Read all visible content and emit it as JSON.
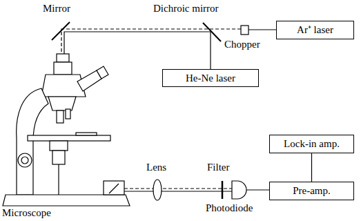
{
  "diagram": {
    "nodes": [
      {
        "text": [
          "Ar⁺ laser"
        ]
      },
      {
        "text": [
          "He-Ne laser"
        ]
      },
      {
        "text": [
          "Lock-in amp."
        ]
      },
      {
        "text": [
          "Pre-amp."
        ]
      }
    ],
    "edges": [
      {
        "from": 2,
        "to": 3,
        "arrow": "none"
      }
    ],
    "labels": [
      "Mirror",
      "Dichroic mirror",
      "Chopper",
      "Lens",
      "Filter",
      "Photodiode",
      "Microscope"
    ]
  }
}
